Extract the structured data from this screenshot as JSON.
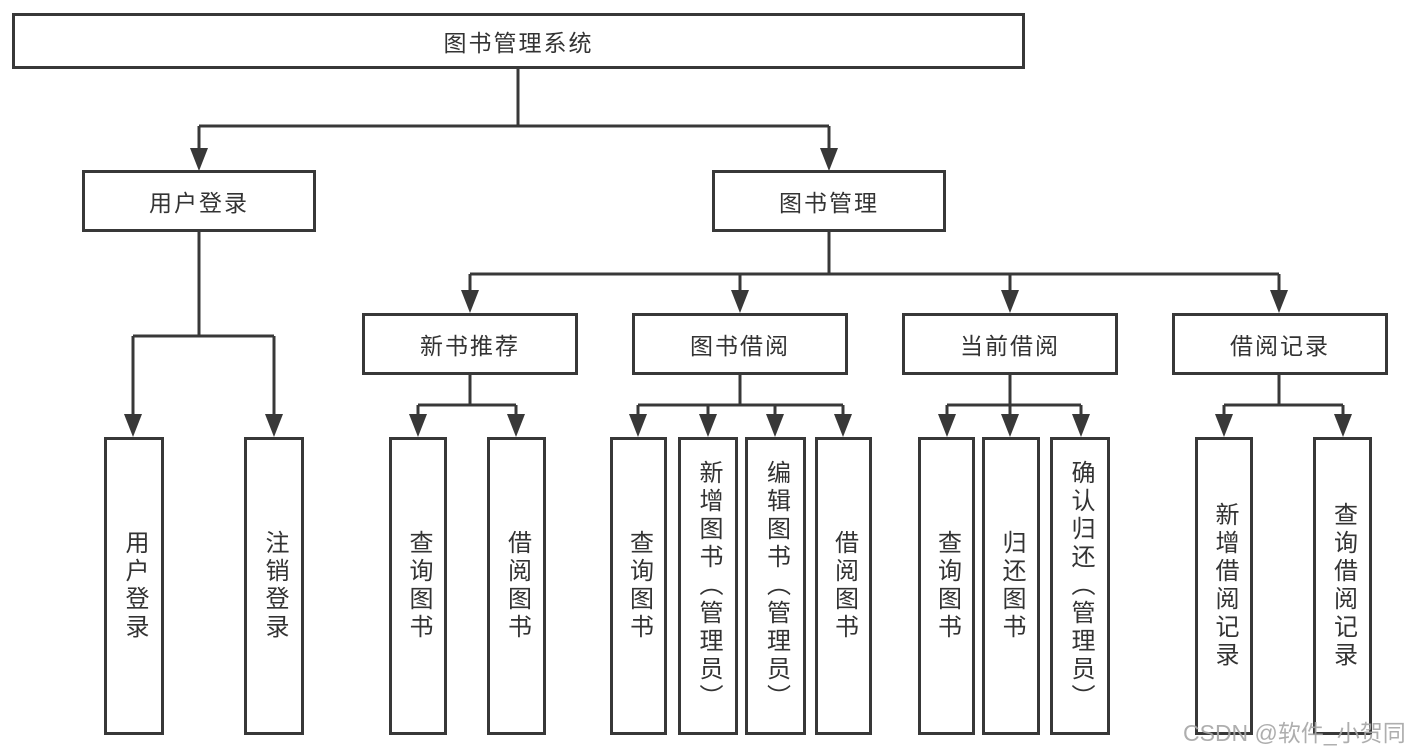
{
  "tree": {
    "root": {
      "label": "图书管理系统"
    },
    "children": [
      {
        "label": "用户登录",
        "children": [
          {
            "label": "用户登录"
          },
          {
            "label": "注销登录"
          }
        ]
      },
      {
        "label": "图书管理",
        "children": [
          {
            "label": "新书推荐",
            "children": [
              {
                "label": "查询图书"
              },
              {
                "label": "借阅图书"
              }
            ]
          },
          {
            "label": "图书借阅",
            "children": [
              {
                "label": "查询图书"
              },
              {
                "label": "新增图书（管理员）"
              },
              {
                "label": "编辑图书（管理员）"
              },
              {
                "label": "借阅图书"
              }
            ]
          },
          {
            "label": "当前借阅",
            "children": [
              {
                "label": "查询图书"
              },
              {
                "label": "归还图书"
              },
              {
                "label": "确认归还（管理员）"
              }
            ]
          },
          {
            "label": "借阅记录",
            "children": [
              {
                "label": "新增借阅记录"
              },
              {
                "label": "查询借阅记录"
              }
            ]
          }
        ]
      }
    ]
  },
  "watermark": {
    "text": "CSDN @软件_小贺同学"
  },
  "colors": {
    "line": "#383838",
    "text": "#333333",
    "watermark": "#a6a6a6",
    "background": "#ffffff"
  }
}
